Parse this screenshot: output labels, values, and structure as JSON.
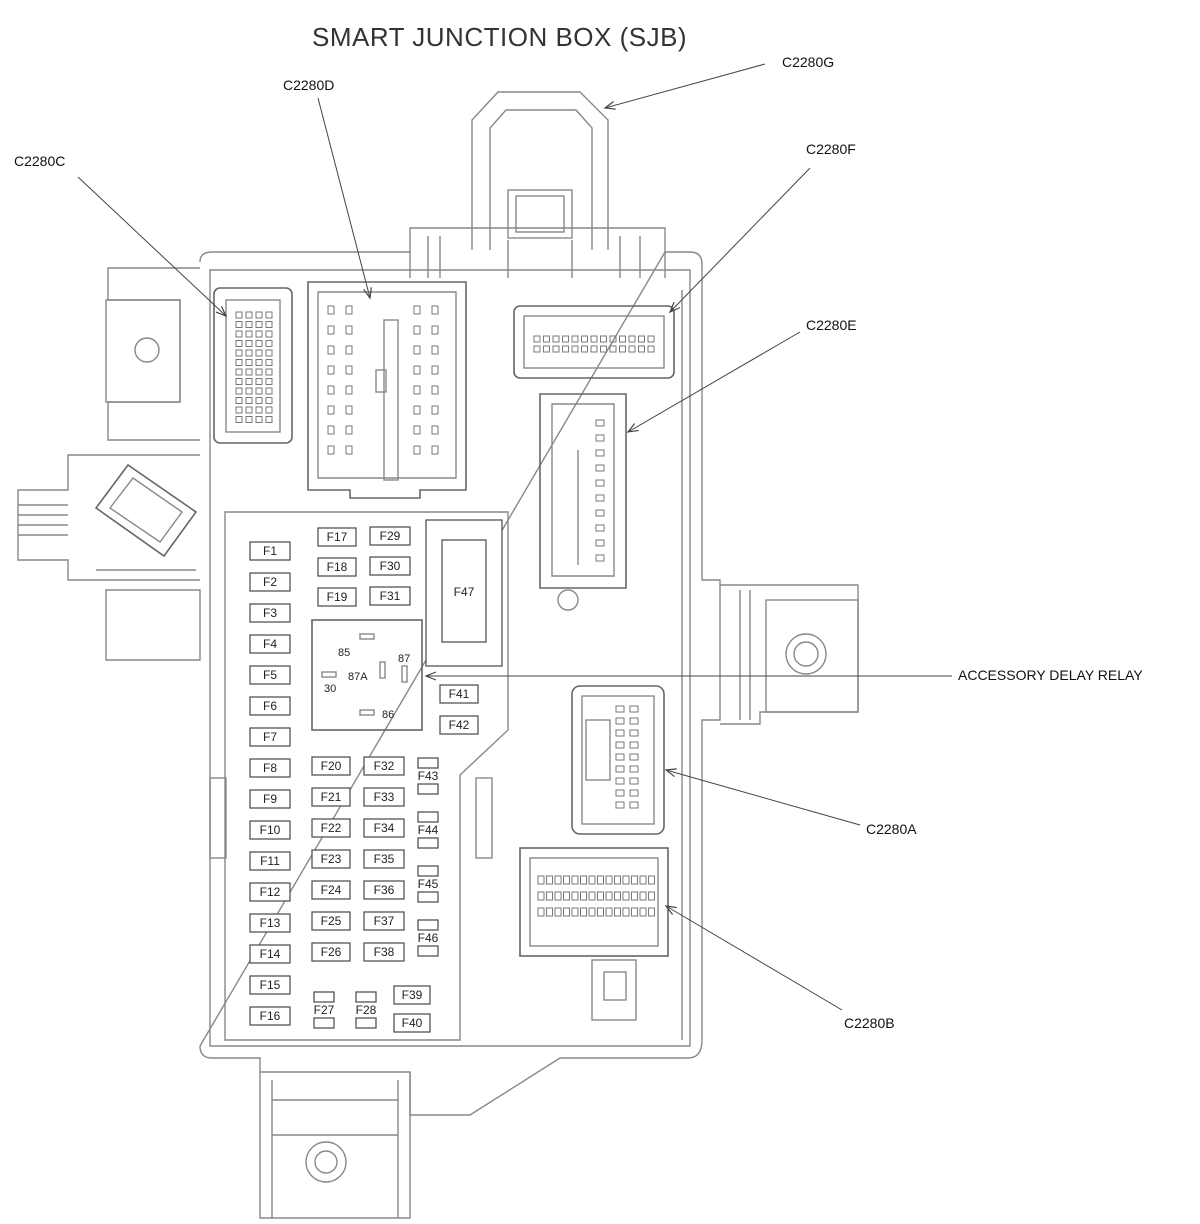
{
  "title": "SMART JUNCTION BOX (SJB)",
  "callouts": {
    "c2280g": "C2280G",
    "c2280d": "C2280D",
    "c2280c": "C2280C",
    "c2280f": "C2280F",
    "c2280e": "C2280E",
    "relay": "ACCESSORY DELAY RELAY",
    "c2280a": "C2280A",
    "c2280b": "C2280B"
  },
  "fuses": {
    "col1": [
      "F1",
      "F2",
      "F3",
      "F4",
      "F5",
      "F6",
      "F7",
      "F8",
      "F9",
      "F10",
      "F11",
      "F12",
      "F13",
      "F14",
      "F15",
      "F16"
    ],
    "col2a": [
      "F17",
      "F18",
      "F19"
    ],
    "col3a": [
      "F29",
      "F30",
      "F31"
    ],
    "col2b": [
      "F20",
      "F21",
      "F22",
      "F23",
      "F24",
      "F25",
      "F26"
    ],
    "col3b": [
      "F32",
      "F33",
      "F34",
      "F35",
      "F36",
      "F37",
      "F38"
    ],
    "col4": [
      "F43",
      "F44",
      "F45",
      "F46"
    ],
    "bottom": [
      "F27",
      "F28"
    ],
    "bottom_right": [
      "F39",
      "F40"
    ],
    "relay_side": [
      "F41",
      "F42"
    ],
    "maxi": "F47"
  },
  "relay_pins": {
    "p85": "85",
    "p87": "87",
    "p87a": "87A",
    "p30": "30",
    "p86": "86"
  }
}
